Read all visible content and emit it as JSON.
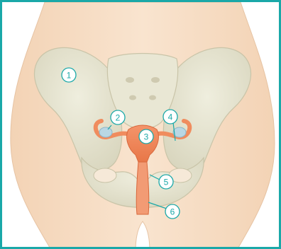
{
  "figure": {
    "markers": [
      {
        "id": "marker-1",
        "number": "1"
      },
      {
        "id": "marker-2",
        "number": "2"
      },
      {
        "id": "marker-3",
        "number": "3"
      },
      {
        "id": "marker-4",
        "number": "4"
      },
      {
        "id": "marker-5",
        "number": "5"
      },
      {
        "id": "marker-6",
        "number": "6"
      }
    ],
    "colors": {
      "frame": "#1aa8a8",
      "skin": "#f6dcc3",
      "bone": "#e7e5d2",
      "organ": "#f08c5e",
      "marker": "#1aa8a8",
      "ovary": "#b9d7e4"
    }
  }
}
